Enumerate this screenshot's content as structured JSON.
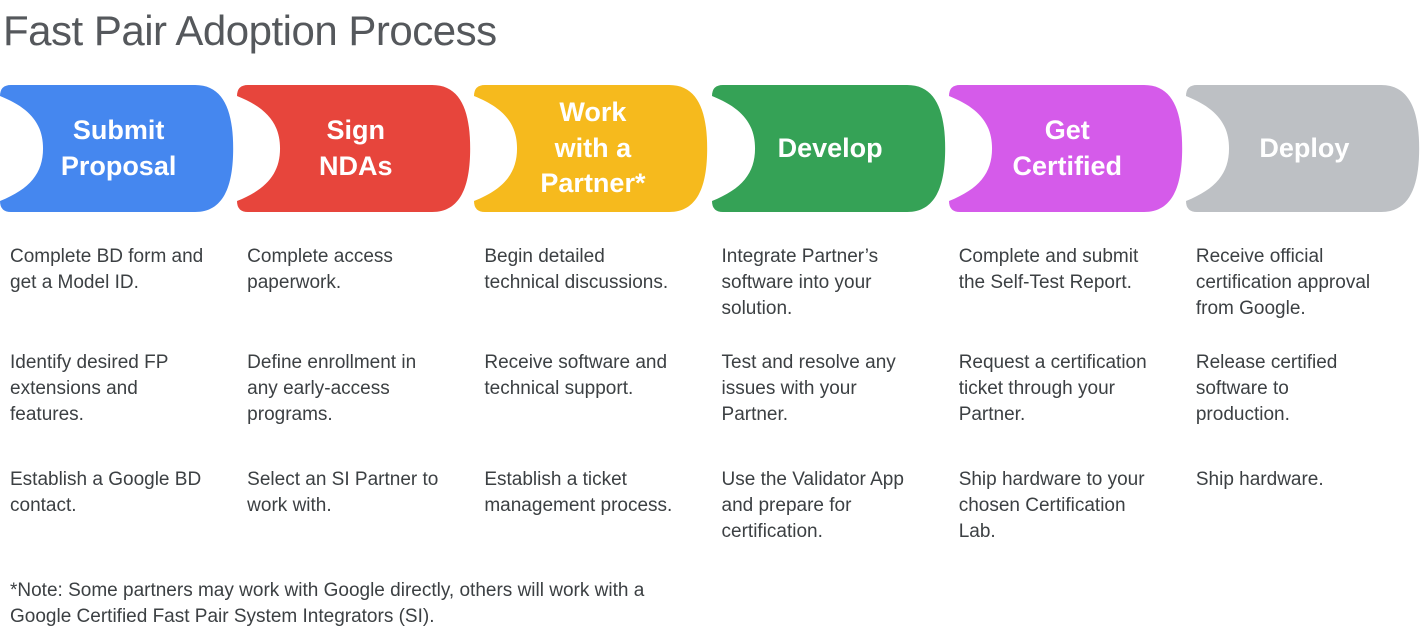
{
  "title": "Fast Pair Adoption Process",
  "colors": {
    "background": "#FFFFFF",
    "title_text": "#55585C",
    "body_text": "#3C4043",
    "label_text": "#FFFFFF",
    "blue": "#4587EF",
    "red": "#E7453C",
    "yellow": "#F6BA1D",
    "green": "#35A256",
    "magenta": "#D55BEA",
    "gray": "#BDC0C4"
  },
  "steps": [
    {
      "id": "submit-proposal",
      "label": "Submit\nProposal",
      "color": "#4587EF",
      "tasks": [
        "Complete BD form and\nget a Model ID.",
        "Identify desired FP\nextensions and\nfeatures.",
        "Establish a Google BD\ncontact."
      ]
    },
    {
      "id": "sign-ndas",
      "label": "Sign\nNDAs",
      "color": "#E7453C",
      "tasks": [
        "Complete access\npaperwork.",
        "Define enrollment in\nany early-access\nprograms.",
        "Select an SI Partner to\nwork with."
      ]
    },
    {
      "id": "work-with-a-partner",
      "label": "Work\nwith a\nPartner*",
      "color": "#F6BA1D",
      "tasks": [
        "Begin detailed\ntechnical discussions.",
        "Receive software and\ntechnical support.",
        "Establish a ticket\nmanagement process."
      ]
    },
    {
      "id": "develop",
      "label": "Develop",
      "color": "#35A256",
      "tasks": [
        "Integrate Partner’s\nsoftware into your\nsolution.",
        "Test and resolve any\nissues with your\nPartner.",
        "Use the Validator App\nand prepare for\ncertification."
      ]
    },
    {
      "id": "get-certified",
      "label": "Get\nCertified",
      "color": "#D55BEA",
      "tasks": [
        "Complete and submit\nthe Self-Test Report.",
        "Request a certification\nticket through your\nPartner.",
        "Ship hardware to your\nchosen Certification\nLab."
      ]
    },
    {
      "id": "deploy",
      "label": "Deploy",
      "color": "#BDC0C4",
      "tasks": [
        "Receive official\ncertification approval\nfrom Google.",
        "Release certified\nsoftware to\nproduction.",
        "Ship hardware."
      ]
    }
  ],
  "footnote": "*Note: Some partners may work with Google directly, others will work with a\nGoogle Certified Fast Pair System Integrators (SI)."
}
